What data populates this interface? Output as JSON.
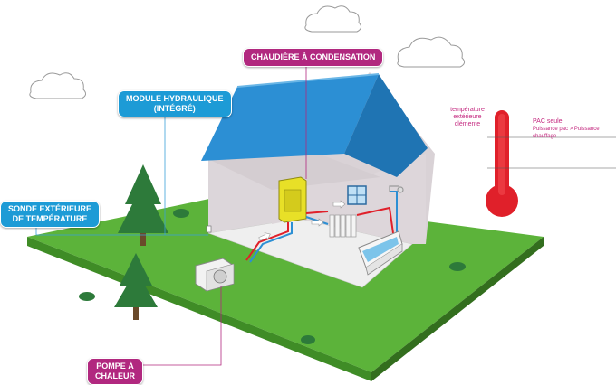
{
  "labels": {
    "module_line1": "MODULE HYDRAULIQUE",
    "module_line2": "(INTÉGRÉ)",
    "sonde_line1": "SONDE EXTÉRIEURE",
    "sonde_line2": "DE TEMPÉRATURE",
    "chaudiere": "CHAUDIÈRE À CONDENSATION",
    "pompe_line1": "POMPE À",
    "pompe_line2": "CHALEUR"
  },
  "thermometer": {
    "temp_line1": "température",
    "temp_line2": "extérieure",
    "temp_line3": "clémente",
    "pac_seule": "PAC seule",
    "puissance": "Puissance pac > Puissance chauffage"
  },
  "colors": {
    "label_blue": "#1d9bd6",
    "label_magenta": "#b1287f",
    "roof": "#2c8fd4",
    "grass": "#5cb33a",
    "thermometer": "#e0202a"
  }
}
